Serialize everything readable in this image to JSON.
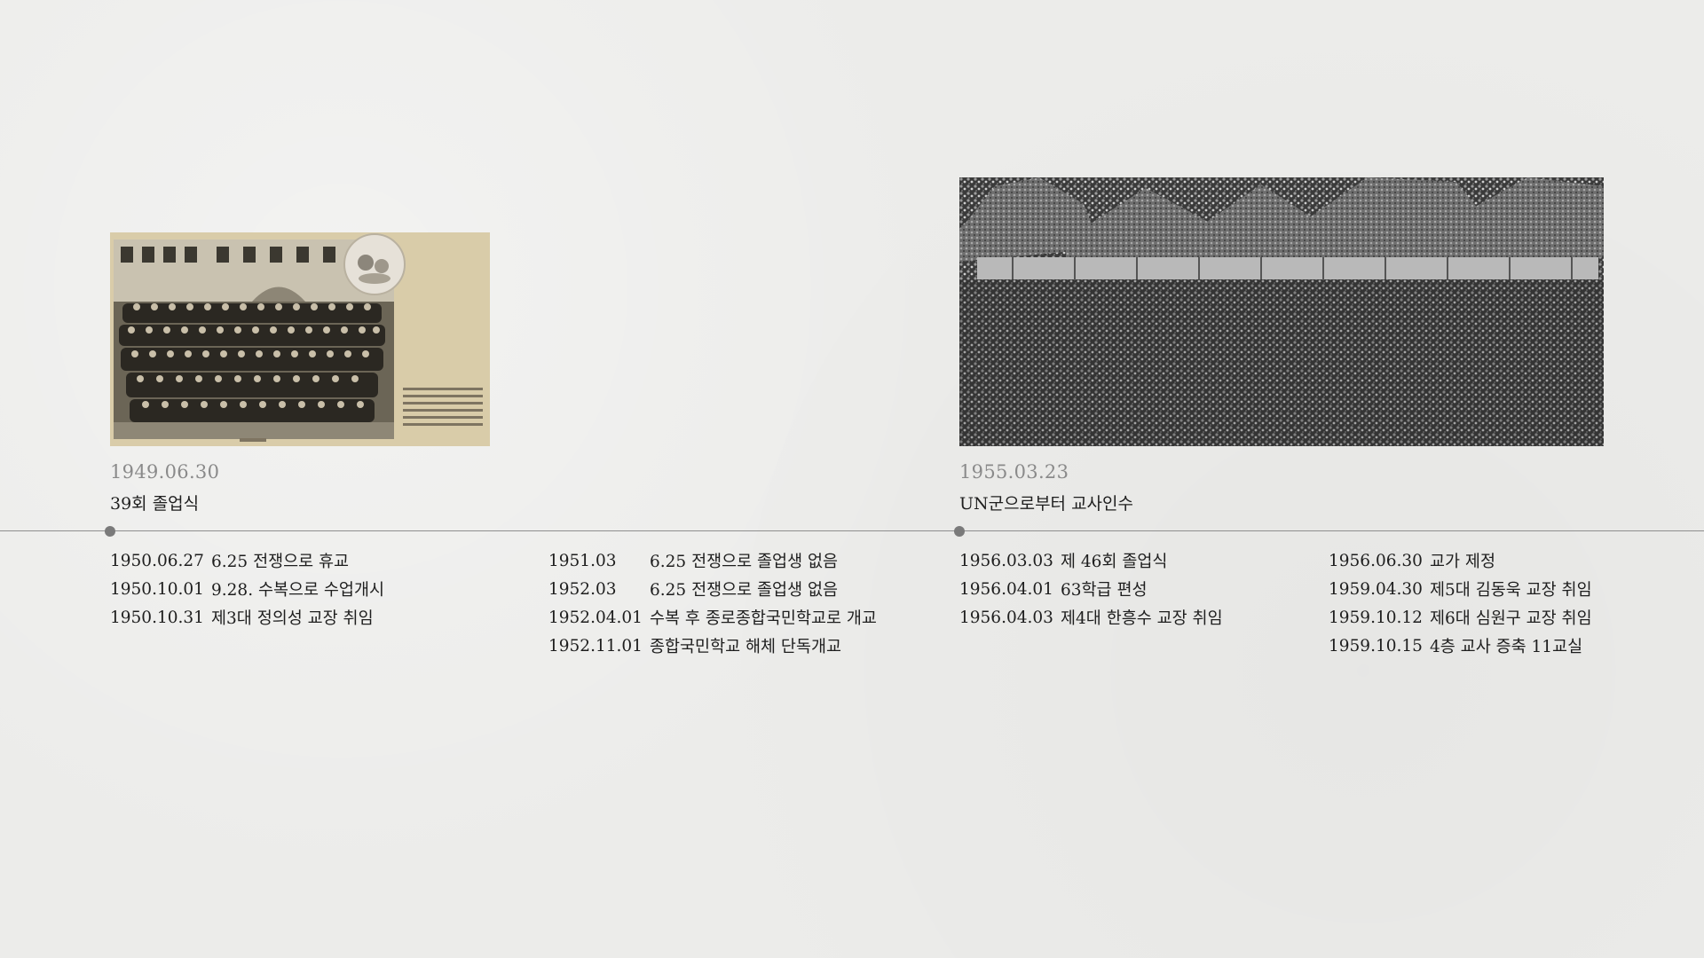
{
  "photos": [
    {
      "id": "photo-1",
      "caption_date": "1949.06.30",
      "caption_title": "39회 졸업식"
    },
    {
      "id": "photo-2",
      "caption_date": "1955.03.23",
      "caption_title": "UN군으로부터 교사인수"
    }
  ],
  "columns": [
    {
      "events": [
        {
          "date": "1950.06.27",
          "text": "6.25 전쟁으로 휴교"
        },
        {
          "date": "1950.10.01",
          "text": "9.28. 수복으로 수업개시"
        },
        {
          "date": "1950.10.31",
          "text": "제3대 정의성 교장 취임"
        }
      ]
    },
    {
      "events": [
        {
          "date": "1951.03",
          "text": "6.25 전쟁으로 졸업생 없음"
        },
        {
          "date": "1952.03",
          "text": "6.25 전쟁으로 졸업생 없음"
        },
        {
          "date": "1952.04.01",
          "text": "수복 후 종로종합국민학교로 개교"
        },
        {
          "date": "1952.11.01",
          "text": "종합국민학교 해체 단독개교"
        }
      ]
    },
    {
      "events": [
        {
          "date": "1956.03.03",
          "text": "제 46회 졸업식"
        },
        {
          "date": "1956.04.01",
          "text": "63학급 편성"
        },
        {
          "date": "1956.04.03",
          "text": "제4대 한흥수 교장 취임"
        }
      ]
    },
    {
      "events": [
        {
          "date": "1956.06.30",
          "text": "교가 제정"
        },
        {
          "date": "1959.04.30",
          "text": "제5대 김동욱 교장 취임"
        },
        {
          "date": "1959.10.12",
          "text": "제6대 심원구 교장 취임"
        },
        {
          "date": "1959.10.15",
          "text": "4층 교사 증축 11교실"
        }
      ]
    }
  ],
  "colors": {
    "background": "#ececea",
    "line": "#8e8e8e",
    "dot": "#7a7a7a",
    "caption_date": "#8a8a8a",
    "text": "#1e1e1e"
  }
}
